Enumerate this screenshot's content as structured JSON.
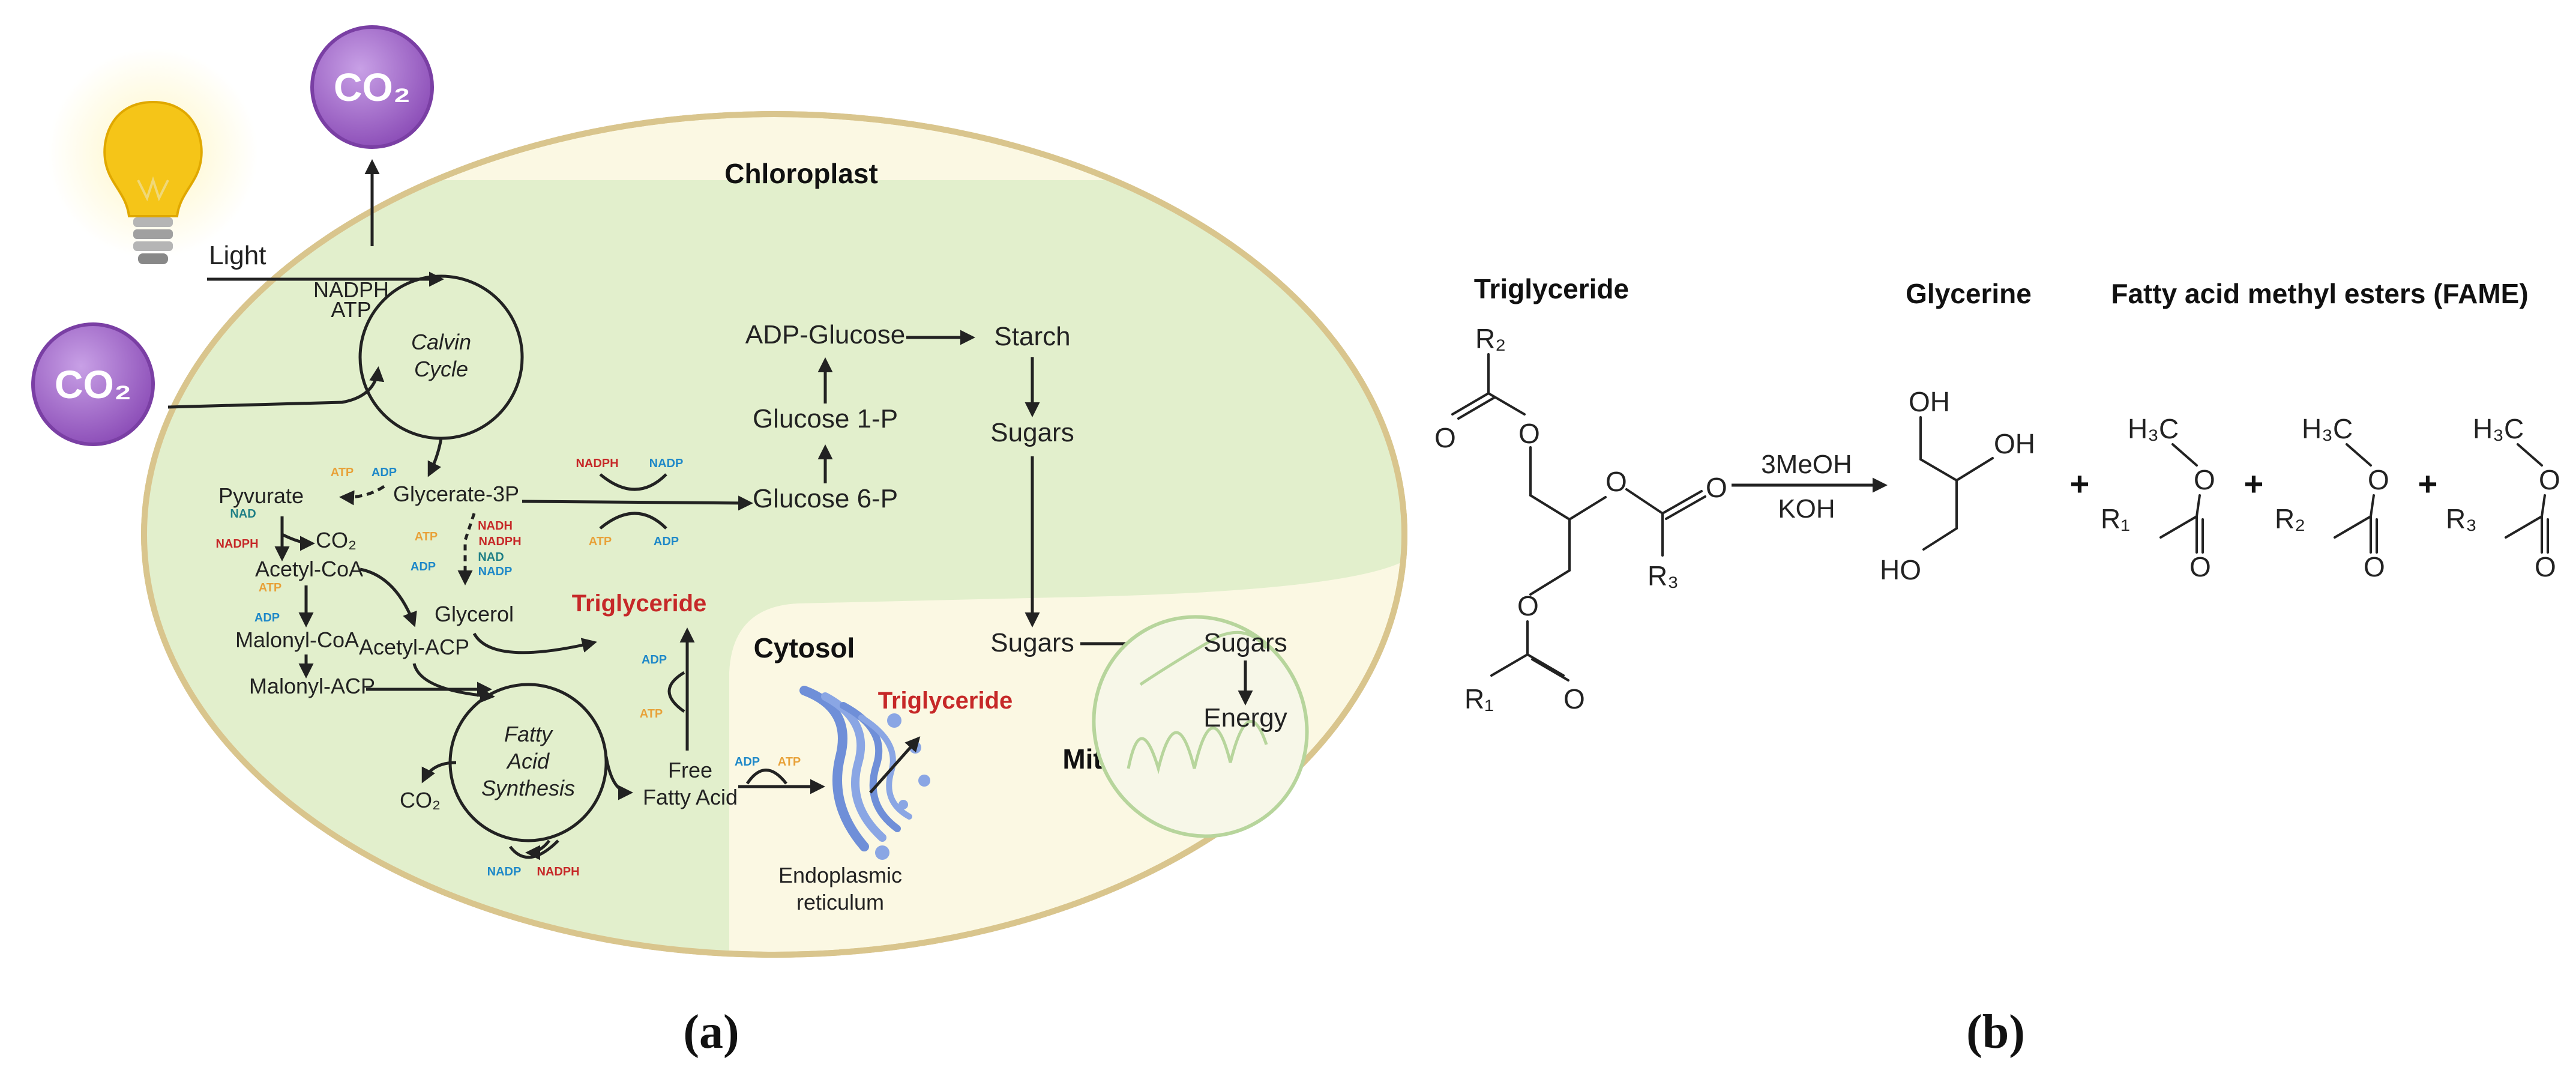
{
  "panel_a": {
    "label": "(a)",
    "co2_top": "CO₂",
    "co2_left": "CO₂",
    "light": "Light",
    "chloroplast": "Chloroplast",
    "cytosol": "Cytosol",
    "mitochondrion": "Mitochondrion",
    "calvin_line1": "Calvin",
    "calvin_line2": "Cycle",
    "fas_line1": "Fatty",
    "fas_line2": "Acid",
    "fas_line3": "Synthesis",
    "nadph_calvin": "NADPH",
    "atp_calvin": "ATP",
    "adp_glucose": "ADP-Glucose",
    "starch": "Starch",
    "glucose_1p": "Glucose 1-P",
    "glucose_6p": "Glucose 6-P",
    "sugars_chloro": "Sugars",
    "sugars_cytosol": "Sugars",
    "sugars_mito": "Sugars",
    "energy": "Energy",
    "glycerate_3p": "Glycerate-3P",
    "pyruvate": "Pyvurate",
    "co2_pyruvate": "CO₂",
    "acetyl_coa": "Acetyl-CoA",
    "malonyl_coa": "Malonyl-CoA",
    "malonyl_acp": "Malonyl-ACP",
    "acetyl_acp": "Acetyl-ACP",
    "glycerol": "Glycerol",
    "triglyceride_chloro": "Triglyceride",
    "triglyceride_er": "Triglyceride",
    "free_fa_line1": "Free",
    "free_fa_line2": "Fatty Acid",
    "er_line1": "Endoplasmic",
    "er_line2": "reticulum",
    "co2_fas": "CO₂",
    "cofactors": {
      "atp": "ATP",
      "adp": "ADP",
      "nad": "NAD",
      "nadh": "NADH",
      "nadp": "NADP",
      "nadph": "NADPH"
    }
  },
  "panel_b": {
    "label": "(b)",
    "triglyceride": "Triglyceride",
    "glycerine": "Glycerine",
    "fame": "Fatty acid methyl esters (FAME)",
    "reagent_top": "3MeOH",
    "reagent_bottom": "KOH",
    "plus": "+",
    "oh": "OH",
    "ho": "HO",
    "o": "O",
    "r1": "R₁",
    "r2": "R₂",
    "r3": "R₃",
    "h3c": "H₃C"
  },
  "colors": {
    "chloroplast_fill": "#e2efcc",
    "cytosol_fill": "#fbf8e3",
    "cell_border": "#d9c58d",
    "co2_purple": "#9c5fc4",
    "nadph_red": "#c62828",
    "adp_blue": "#1e88c8",
    "atp_orange": "#e8a23a",
    "nad_teal": "#1f7f86",
    "er_blue": "#6f8fd8",
    "mito_green": "#b7d59c"
  }
}
